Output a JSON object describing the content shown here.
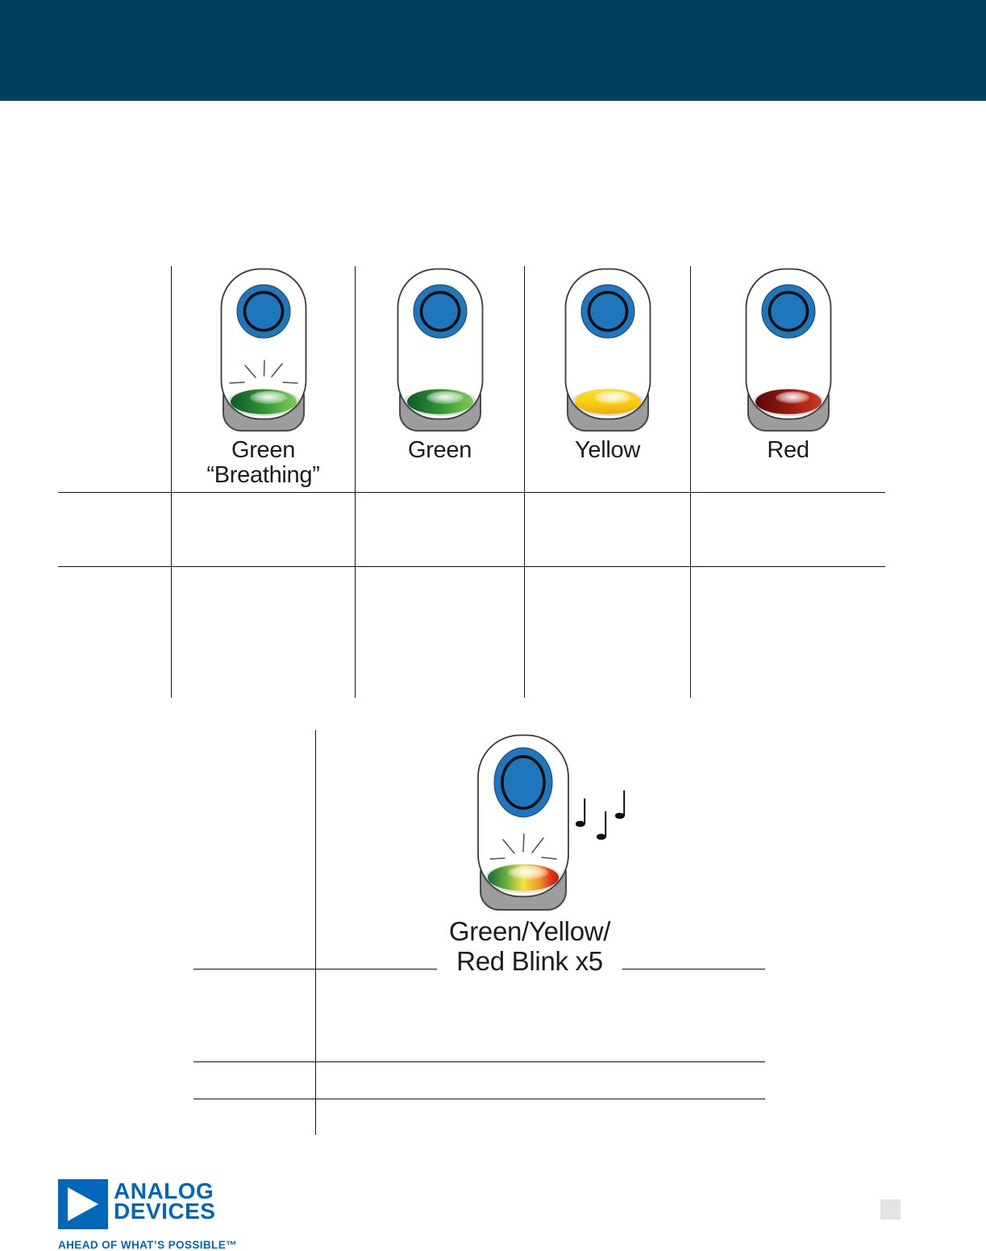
{
  "header": {
    "background_color": "#003F5E"
  },
  "led_state_table": {
    "figures": [
      {
        "id": "green-breathing",
        "led": "green",
        "animation": "breathing",
        "label_line1": "Green",
        "label_line2": "“Breathing”"
      },
      {
        "id": "green-solid",
        "led": "green",
        "animation": "solid",
        "label_line1": "Green"
      },
      {
        "id": "yellow-solid",
        "led": "yellow",
        "animation": "solid",
        "label_line1": "Yellow"
      },
      {
        "id": "red-solid",
        "led": "red",
        "animation": "solid",
        "label_line1": "Red"
      }
    ]
  },
  "blink_pattern_table": {
    "figure": {
      "id": "multicolor-blink",
      "led": "green-yellow-red",
      "animation": "blink-x5-with-sound",
      "label_line1": "Green/Yellow/",
      "label_line2": "Red Blink x5",
      "note_glyph": "♩"
    }
  },
  "logo": {
    "brand_line1": "ANALOG",
    "brand_line2": "DEVICES",
    "tagline": "AHEAD OF WHAT’S POSSIBLE™",
    "brand_color": "#0067B9"
  },
  "colors": {
    "header_bar": "#003F5E",
    "power_button_blue": "#1E76BC",
    "led_green": "#2F9336",
    "led_yellow": "#F7CE0D",
    "led_red": "#9E1B11",
    "led_multicolor": [
      "#166A2E",
      "#F2E441",
      "#DC2F1B"
    ],
    "device_base_gray": "#9D9D9D",
    "table_line": "#151515",
    "page_number_placeholder_gray": "#E4E4E4"
  }
}
